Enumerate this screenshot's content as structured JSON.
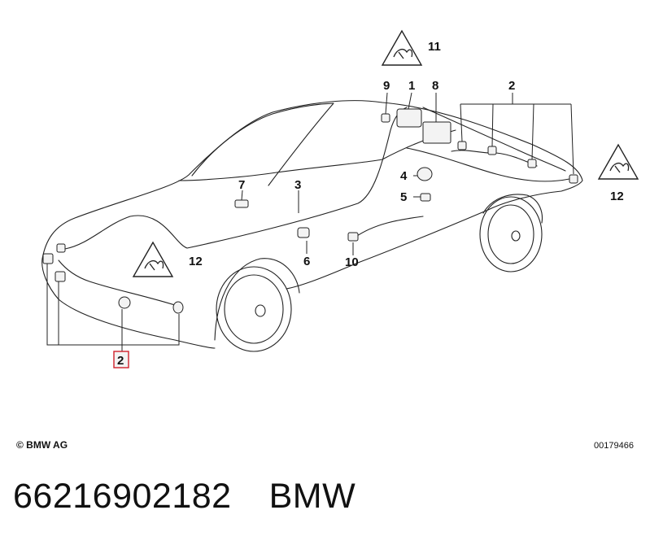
{
  "callouts": {
    "c1": "1",
    "c2_top": "2",
    "c2_highlight": "2",
    "c3": "3",
    "c4": "4",
    "c5": "5",
    "c6": "6",
    "c7": "7",
    "c8": "8",
    "c9": "9",
    "c10": "10",
    "c11": "11",
    "c12_right": "12",
    "c12_left": "12"
  },
  "copyright": "© BMW AG",
  "diagram_number": "00179466",
  "footer": {
    "part_number": "66216902182",
    "brand": "BMW"
  },
  "colors": {
    "line": "#222222",
    "highlight": "#d0202a",
    "highlight_fill": "#f3f3f3"
  }
}
